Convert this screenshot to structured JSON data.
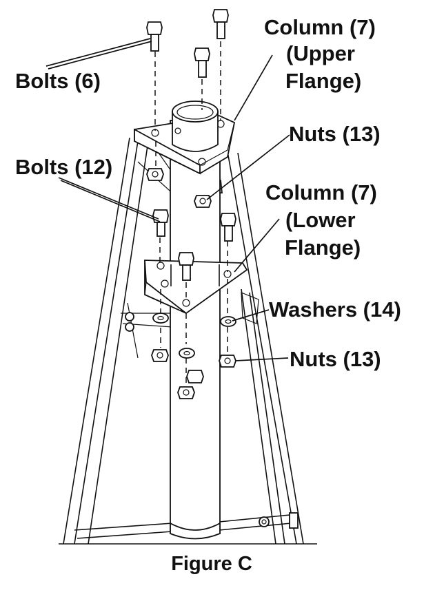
{
  "figure": {
    "caption": "Figure C",
    "callouts": {
      "bolts_6": "Bolts (6)",
      "column_upper_1": "Column (7)",
      "column_upper_2": "(Upper",
      "column_upper_3": "Flange)",
      "nuts_upper": "Nuts (13)",
      "bolts_12": "Bolts (12)",
      "column_lower_1": "Column (7)",
      "column_lower_2": "(Lower",
      "column_lower_3": "Flange)",
      "washers": "Washers (14)",
      "nuts_lower": "Nuts (13)"
    }
  }
}
